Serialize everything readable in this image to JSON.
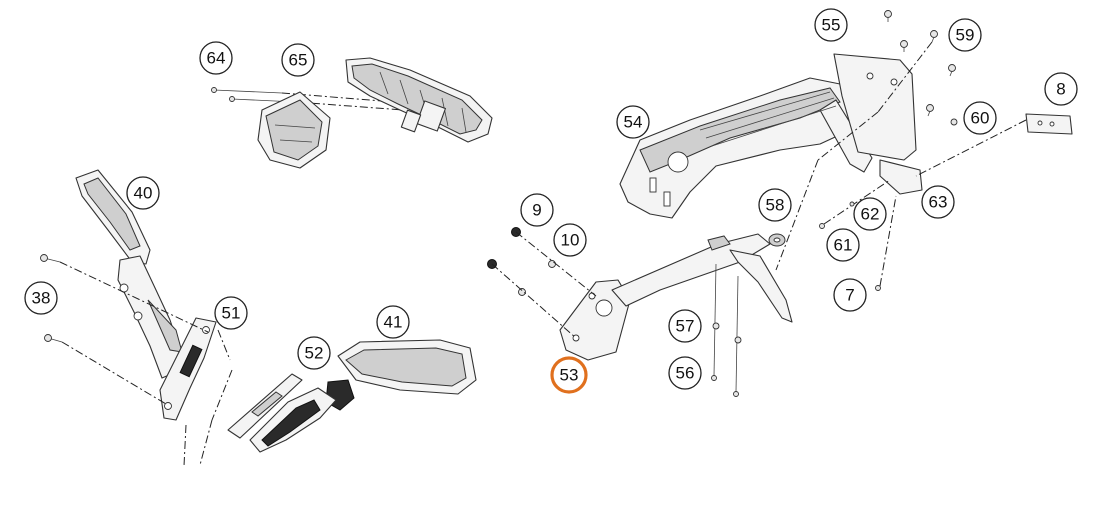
{
  "callouts": [
    {
      "id": "c64",
      "label": "64"
    },
    {
      "id": "c65",
      "label": "65"
    },
    {
      "id": "c40",
      "label": "40"
    },
    {
      "id": "c38",
      "label": "38"
    },
    {
      "id": "c51",
      "label": "51"
    },
    {
      "id": "c52",
      "label": "52"
    },
    {
      "id": "c41",
      "label": "41"
    },
    {
      "id": "c9",
      "label": "9"
    },
    {
      "id": "c10",
      "label": "10"
    },
    {
      "id": "c53",
      "label": "53"
    },
    {
      "id": "c54",
      "label": "54"
    },
    {
      "id": "c55",
      "label": "55"
    },
    {
      "id": "c59",
      "label": "59"
    },
    {
      "id": "c8",
      "label": "8"
    },
    {
      "id": "c60",
      "label": "60"
    },
    {
      "id": "c58",
      "label": "58"
    },
    {
      "id": "c62",
      "label": "62"
    },
    {
      "id": "c63",
      "label": "63"
    },
    {
      "id": "c61",
      "label": "61"
    },
    {
      "id": "c7",
      "label": "7"
    },
    {
      "id": "c57",
      "label": "57"
    },
    {
      "id": "c56",
      "label": "56"
    }
  ],
  "highlight": {
    "label": "53",
    "color": "#e0701e"
  }
}
